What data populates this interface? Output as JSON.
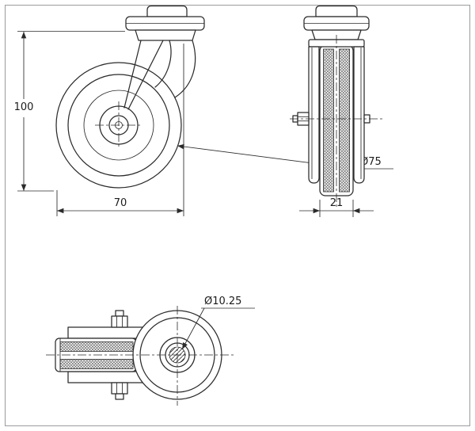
{
  "colors": {
    "line": "#2b2b2b",
    "background": "#ffffff",
    "border": "#9b9b9b"
  },
  "dimensions": {
    "side_height": "100",
    "side_offset": "70",
    "side_wheel_diameter": "Ø75",
    "front_wheel_width": "21",
    "plan_bolt_hole_diameter": "Ø10.25"
  }
}
